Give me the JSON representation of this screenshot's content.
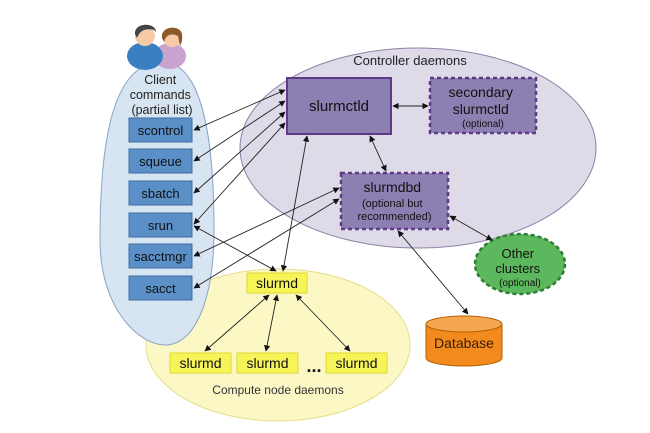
{
  "client": {
    "title_lines": [
      "Client",
      "commands",
      "(partial list)"
    ],
    "commands": [
      "scontrol",
      "squeue",
      "sbatch",
      "srun",
      "sacctmgr",
      "sacct"
    ]
  },
  "controller": {
    "label": "Controller daemons",
    "slurmctld": "slurmctld",
    "secondary": [
      "secondary",
      "slurmctld",
      "(optional)"
    ],
    "slurmdbd": [
      "slurmdbd",
      "(optional but",
      "recommended)"
    ]
  },
  "other_clusters": [
    "Other",
    "clusters",
    "(optional)"
  ],
  "database": "Database",
  "compute": {
    "label": "Compute node daemons",
    "head": "slurmd",
    "nodes": [
      "slurmd",
      "slurmd",
      "slurmd"
    ],
    "ellipsis": "..."
  },
  "colors": {
    "client_ellipse": "#d6e3f0",
    "command_box": "#5b8fc7",
    "controller_ellipse": "#dcd8e6",
    "controller_box": "#8c7fb1",
    "controller_border": "#5e3a87",
    "compute_ellipse": "#fbf7c2",
    "slurmd_box": "#f7f45a",
    "other_clusters": "#5cb85c",
    "database": "#f28a1e"
  }
}
